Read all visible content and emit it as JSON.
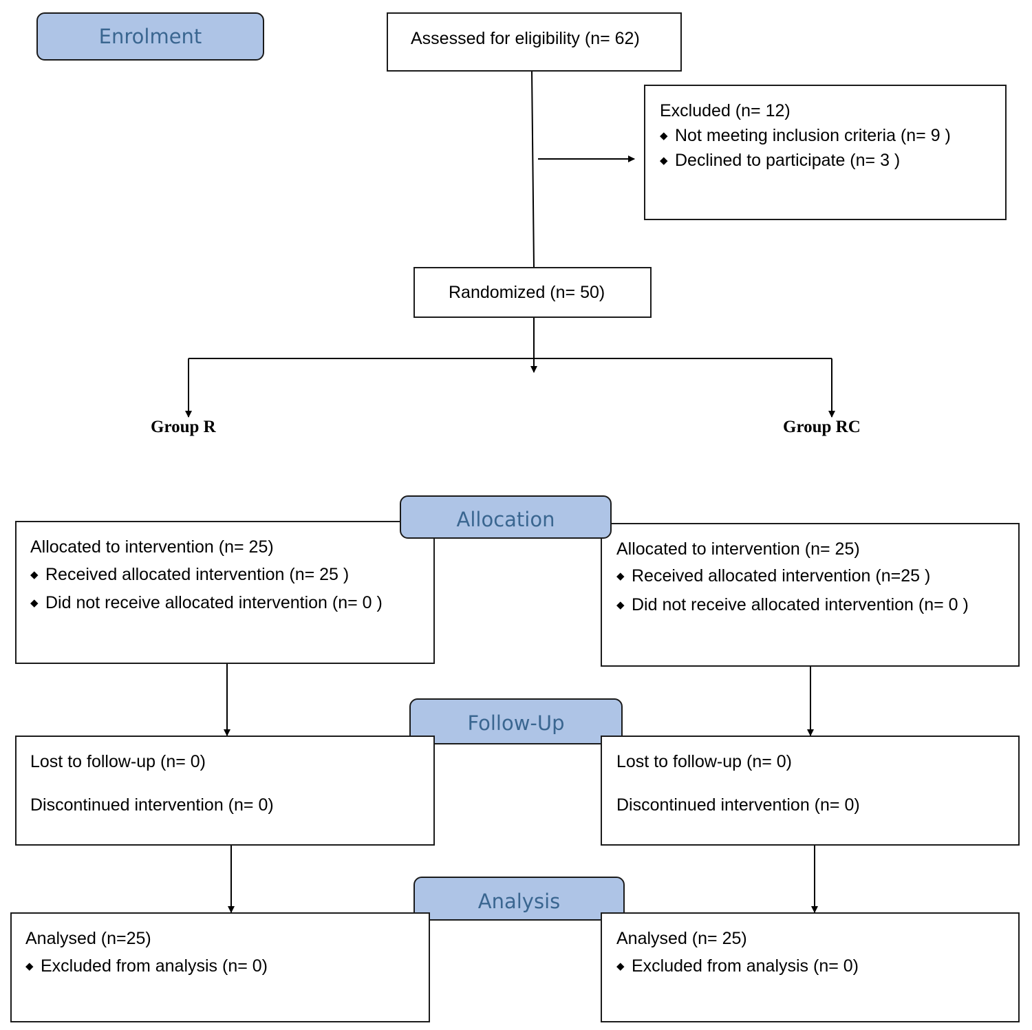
{
  "stages": {
    "enrolment": "Enrolment",
    "allocation": "Allocation",
    "follow_up": "Follow-Up",
    "analysis": "Analysis"
  },
  "assessed": "Assessed for eligibility (n= 62)",
  "excluded": {
    "title": "Excluded (n= 12)",
    "items": [
      "Not meeting inclusion criteria (n= 9 )",
      "Declined to participate (n= 3 )"
    ]
  },
  "randomized": "Randomized (n= 50)",
  "groups": {
    "left": "Group R",
    "right": "Group RC"
  },
  "allocation": {
    "left": {
      "title": "Allocated to intervention (n= 25)",
      "items": [
        "Received allocated intervention (n= 25 )",
        "Did not receive allocated intervention (n= 0 )"
      ]
    },
    "right": {
      "title": "Allocated to intervention (n= 25)",
      "items": [
        "Received allocated intervention (n=25 )",
        "Did not receive allocated intervention (n= 0 )"
      ]
    }
  },
  "follow_up": {
    "left": {
      "lost": "Lost to follow-up (n= 0)",
      "discontinued": "Discontinued intervention (n= 0)"
    },
    "right": {
      "lost": "Lost to follow-up (n= 0)",
      "discontinued": "Discontinued intervention (n= 0)"
    }
  },
  "analysis": {
    "left": {
      "title": "Analysed (n=25)",
      "items": [
        "Excluded from analysis (n= 0)"
      ]
    },
    "right": {
      "title": "Analysed (n= 25)",
      "items": [
        "Excluded from analysis (n= 0)"
      ]
    }
  }
}
